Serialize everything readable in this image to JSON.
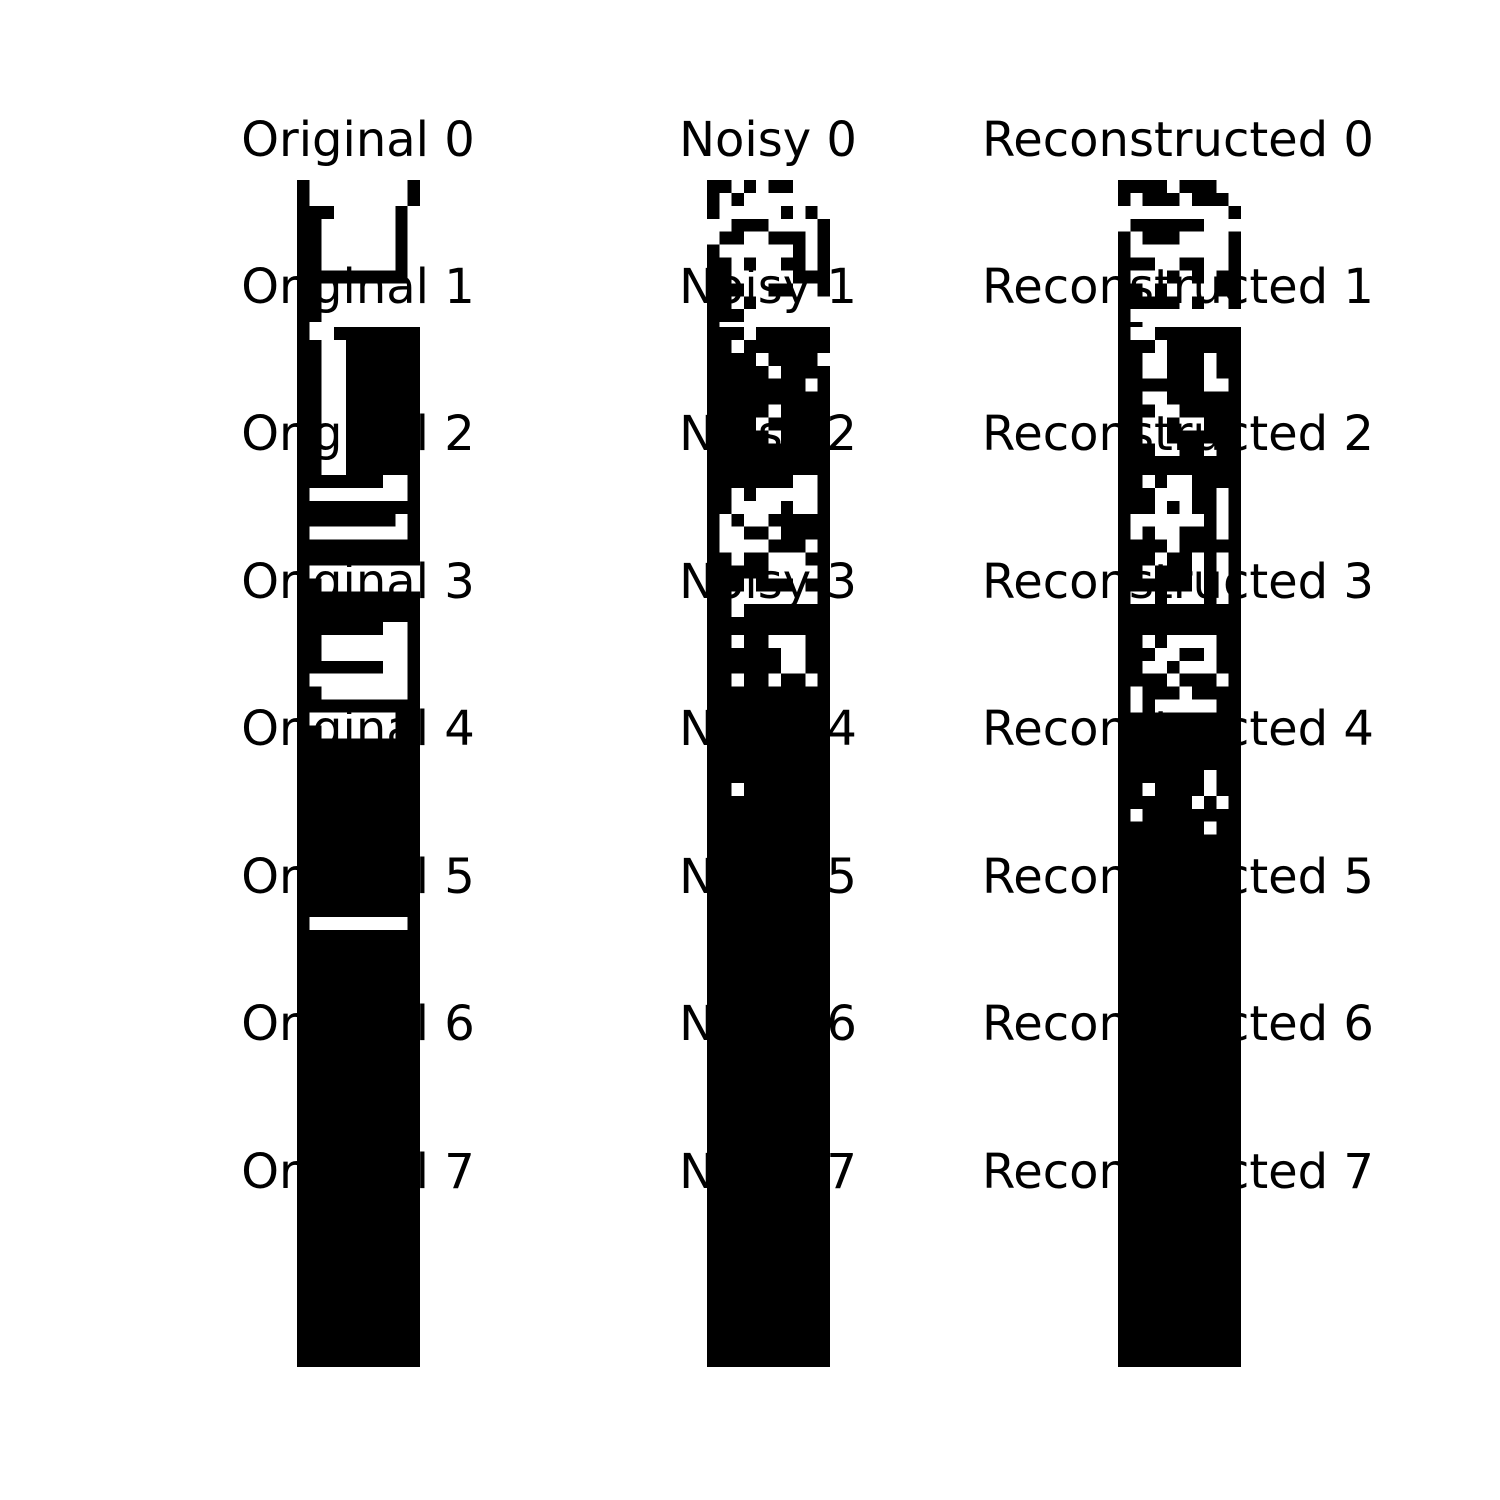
{
  "colors": {
    "background": "#ffffff",
    "on": "#000000",
    "off": "#ffffff"
  },
  "rows": [
    {
      "original": {
        "label": "Original 0",
        "grid": [
          "1000000001",
          "1000000001",
          "1110000010",
          "1100000010",
          "1100000010",
          "1100000010",
          "1100000010",
          "1111111110",
          "1100000000",
          "1100000000",
          "1100000000",
          "1000000000"
        ]
      },
      "noisy": {
        "label": "Noisy 0",
        "grid": [
          "1101011000",
          "1010000000",
          "1000001010",
          "0011100001",
          "0110011101",
          "1000000101",
          "1101001101",
          "1100000111",
          "1110011001",
          "1101000000",
          "1110000000",
          "1000000000"
        ]
      },
      "reconstructed": {
        "label": "Reconstructed 0",
        "grid": [
          "1111011100",
          "1011101110",
          "0000000001",
          "0111111000",
          "1011100001",
          "1000000001",
          "1110011001",
          "1000101011",
          "1101000011",
          "1111101001",
          "1000000000",
          "1100000000"
        ]
      }
    },
    {
      "original": {
        "label": "Original 1",
        "grid": [
          "1001111111",
          "1100111111",
          "1100111111",
          "1100111111",
          "1100111111",
          "1100111111",
          "1100111111",
          "1100111111",
          "1100111111",
          "1100111111",
          "1100111111",
          "1100111111"
        ]
      },
      "noisy": {
        "label": "Noisy 1",
        "grid": [
          "1110111111",
          "1101111111",
          "1111011110",
          "1111101111",
          "1111111101",
          "1111111111",
          "1111101111",
          "1111011111",
          "1111101111",
          "1111111111",
          "1111111111",
          "1111111111"
        ]
      },
      "reconstructed": {
        "label": "Reconstructed 1",
        "grid": [
          "1001111111",
          "1110111111",
          "1100111011",
          "1100111011",
          "1111111001",
          "1100111111",
          "1110011111",
          "1100100111",
          "1100111111",
          "1110011011",
          "1111111111",
          "1111111111"
        ]
      }
    },
    {
      "original": {
        "label": "Original 2",
        "grid": [
          "1111111001",
          "1000000001",
          "1111111111",
          "1111111101",
          "1000000001",
          "1111111111",
          "1111111111",
          "1000000000",
          "1100000000",
          "1111111111",
          "1111111111",
          "1111111111"
        ]
      },
      "noisy": {
        "label": "Noisy 2",
        "grid": [
          "1111111001",
          "1101000001",
          "1100001001",
          "1010011111",
          "1001101111",
          "1000011101",
          "1101100011",
          "1111100001",
          "1110111011",
          "1100000001",
          "1101111111",
          "1111111111"
        ]
      },
      "reconstructed": {
        "label": "Reconstructed 2",
        "grid": [
          "1101001111",
          "1110001101",
          "1110101101",
          "1000000101",
          "1010011101",
          "1111011111",
          "1110110101",
          "1101110101",
          "1111110101",
          "1001000101",
          "1111111111",
          "1111111111"
        ]
      }
    },
    {
      "original": {
        "label": "Original 3",
        "grid": [
          "1111111001",
          "1100000001",
          "1100000001",
          "1111111001",
          "1000000001",
          "1100000001",
          "1111111111",
          "1000000011",
          "1100000011",
          "1111111111",
          "1111111111",
          "1111111111"
        ]
      },
      "noisy": {
        "label": "Noisy 3",
        "grid": [
          "1111111111",
          "1101100011",
          "1111110011",
          "1111110011",
          "1101101101",
          "1111111111",
          "1111111111",
          "1111111111",
          "1111111111",
          "1111111111",
          "1111111111",
          "1111111111"
        ]
      },
      "reconstructed": {
        "label": "Reconstructed 3",
        "grid": [
          "1111111111",
          "1101000011",
          "1110011011",
          "1100100011",
          "1111011101",
          "1011101111",
          "1010000011",
          "1111111111",
          "1111111111",
          "1111111111",
          "1111111111",
          "1111111111"
        ]
      }
    },
    {
      "original": {
        "label": "Original 4",
        "grid": [
          "1111111111",
          "1111111111",
          "1111111111",
          "1111111111",
          "1111111111",
          "1111111111",
          "1111111111",
          "1111111111",
          "1111111111",
          "1111111111",
          "1111111111",
          "1111111111"
        ]
      },
      "noisy": {
        "label": "Noisy 4",
        "grid": [
          "1111111111",
          "1101111111",
          "1111111111",
          "1111111111",
          "1111111111",
          "1111111111",
          "1111111111",
          "1111111111",
          "1111111111",
          "1111111111",
          "1111111111",
          "1111111111"
        ]
      },
      "reconstructed": {
        "label": "Reconstructed 4",
        "grid": [
          "1111111011",
          "1101111011",
          "1111110101",
          "1011111111",
          "1111111011",
          "1111111111",
          "1111111111",
          "1111111111",
          "1111111111",
          "1111111111",
          "1111111111",
          "1111111111"
        ]
      }
    },
    {
      "original": {
        "label": "Original 5",
        "grid": [
          "1000000001",
          "1111111111",
          "1111111111",
          "1111111111",
          "1111111111",
          "1111111111",
          "1111111111",
          "1111111111",
          "1111111111",
          "1111111111",
          "1111111111",
          "1111111111"
        ]
      },
      "noisy": {
        "label": "Noisy 5",
        "grid": [
          "1111111111",
          "1111111111",
          "1111111111",
          "1111111111",
          "1111111111",
          "1111111111",
          "1111111111",
          "1111111111",
          "1111111111",
          "1111111111",
          "1111111111",
          "1111111111"
        ]
      },
      "reconstructed": {
        "label": "Reconstructed 5",
        "grid": [
          "1111111111",
          "1111111111",
          "1111111111",
          "1111111111",
          "1111111111",
          "1111111111",
          "1111111111",
          "1111111111",
          "1111111111",
          "1111111111",
          "1111111111",
          "1111111111"
        ]
      }
    },
    {
      "original": {
        "label": "Original 6",
        "grid": [
          "1111111111",
          "1111111111",
          "1111111111",
          "1111111111",
          "1111111111",
          "1111111111",
          "1111111111",
          "1111111111",
          "1111111111",
          "1111111111",
          "1111111111",
          "1111111111"
        ]
      },
      "noisy": {
        "label": "Noisy 6",
        "grid": [
          "1111111111",
          "1111111111",
          "1111111111",
          "1111111111",
          "1111111111",
          "1111111111",
          "1111111111",
          "1111111111",
          "1111111111",
          "1111111111",
          "1111111111",
          "1111111111"
        ]
      },
      "reconstructed": {
        "label": "Reconstructed 6",
        "grid": [
          "1111111111",
          "1111111111",
          "1111111111",
          "1111111111",
          "1111111111",
          "1111111111",
          "1111111111",
          "1111111111",
          "1111111111",
          "1111111111",
          "1111111111",
          "1111111111"
        ]
      }
    },
    {
      "original": {
        "label": "Original 7",
        "grid": [
          "1111111111",
          "1111111111",
          "1111111111",
          "1111111111",
          "1111111111",
          "1111111111",
          "1111111111",
          "1111111111",
          "1111111111",
          "1111111111",
          "1111111111",
          "1111111111"
        ]
      },
      "noisy": {
        "label": "Noisy 7",
        "grid": [
          "1111111111",
          "1111111111",
          "1111111111",
          "1111111111",
          "1111111111",
          "1111111111",
          "1111111111",
          "1111111111",
          "1111111111",
          "1111111111",
          "1111111111",
          "1111111111"
        ]
      },
      "reconstructed": {
        "label": "Reconstructed 7",
        "grid": [
          "1111111111",
          "1111111111",
          "1111111111",
          "1111111111",
          "1111111111",
          "1111111111",
          "1111111111",
          "1111111111",
          "1111111111",
          "1111111111",
          "1111111111",
          "1111111111"
        ]
      }
    }
  ]
}
